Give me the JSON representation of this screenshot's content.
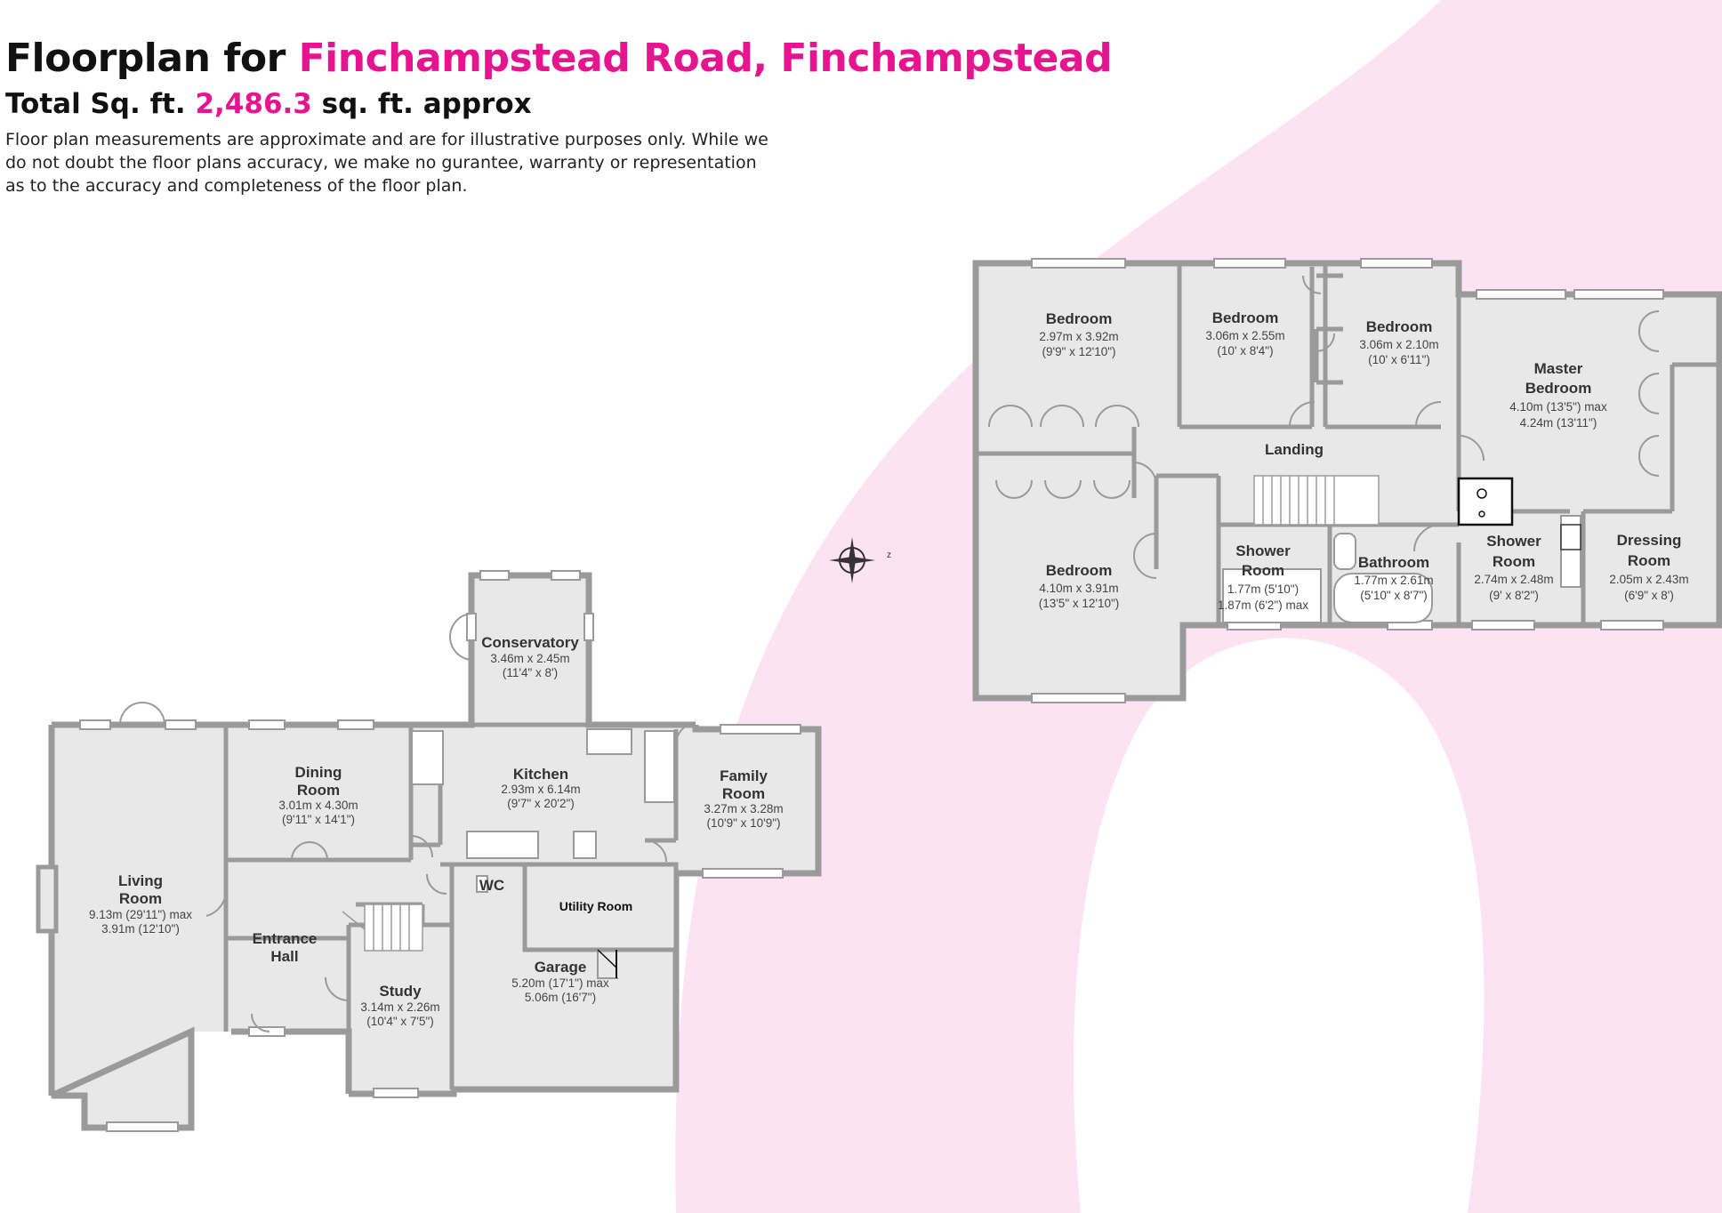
{
  "header": {
    "title_prefix": "Floorplan for",
    "title_address": "Finchampstead Road, Finchampstead",
    "total_label": "Total Sq. ft.",
    "total_value": "2,486.3",
    "total_unit": "sq. ft. approx",
    "disclaimer": "Floor plan measurements are approximate and are for illustrative purposes only. While we do not doubt the floor plans accuracy, we make no gurantee, warranty or representation as to the accuracy and completeness of the floor plan."
  },
  "colors": {
    "accent": "#e6158f",
    "blob": "#fde3f1",
    "wall": "#9a9a9a",
    "floor": "#e8e8e8"
  },
  "ground_floor": {
    "living": {
      "name1": "Living",
      "name2": "Room",
      "dim1": "9.13m (29'11\") max",
      "dim2": "3.91m (12'10\")"
    },
    "dining": {
      "name1": "Dining",
      "name2": "Room",
      "dim1": "3.01m x 4.30m",
      "dim2": "(9'11\" x 14'1\")"
    },
    "conservatory": {
      "name": "Conservatory",
      "dim1": "3.46m x 2.45m",
      "dim2": "(11'4\" x 8')"
    },
    "kitchen": {
      "name": "Kitchen",
      "dim1": "2.93m x 6.14m",
      "dim2": "(9'7\" x 20'2\")"
    },
    "family": {
      "name1": "Family",
      "name2": "Room",
      "dim1": "3.27m x 3.28m",
      "dim2": "(10'9\" x 10'9\")"
    },
    "hall": {
      "name1": "Entrance",
      "name2": "Hall"
    },
    "wc": {
      "name": "WC"
    },
    "utility": {
      "name": "Utility Room"
    },
    "garage": {
      "name": "Garage",
      "dim1": "5.20m (17'1\") max",
      "dim2": "5.06m (16'7\")"
    },
    "study": {
      "name": "Study",
      "dim1": "3.14m x 2.26m",
      "dim2": "(10'4\" x 7'5\")"
    }
  },
  "first_floor": {
    "bed1": {
      "name": "Bedroom",
      "dim1": "2.97m x 3.92m",
      "dim2": "(9'9\" x 12'10\")"
    },
    "bed2": {
      "name": "Bedroom",
      "dim1": "3.06m x 2.55m",
      "dim2": "(10' x 8'4\")"
    },
    "bed3": {
      "name": "Bedroom",
      "dim1": "3.06m x 2.10m",
      "dim2": "(10' x 6'11\")"
    },
    "master": {
      "name1": "Master",
      "name2": "Bedroom",
      "dim1": "4.10m (13'5\") max",
      "dim2": "4.24m (13'11\")"
    },
    "landing": {
      "name": "Landing"
    },
    "bed4": {
      "name": "Bedroom",
      "dim1": "4.10m x 3.91m",
      "dim2": "(13'5\" x 12'10\")"
    },
    "shower1": {
      "name1": "Shower",
      "name2": "Room",
      "dim1": "1.77m (5'10\")",
      "dim2": "1.87m (6'2\") max"
    },
    "bathroom": {
      "name": "Bathroom",
      "dim1": "1.77m x 2.61m",
      "dim2": "(5'10\" x 8'7\")"
    },
    "shower2": {
      "name1": "Shower",
      "name2": "Room",
      "dim1": "2.74m x 2.48m",
      "dim2": "(9' x 8'2\")"
    },
    "dressing": {
      "name1": "Dressing",
      "name2": "Room",
      "dim1": "2.05m x 2.43m",
      "dim2": "(6'9\" x 8')"
    }
  },
  "compass": {
    "north_glyph": "z"
  }
}
